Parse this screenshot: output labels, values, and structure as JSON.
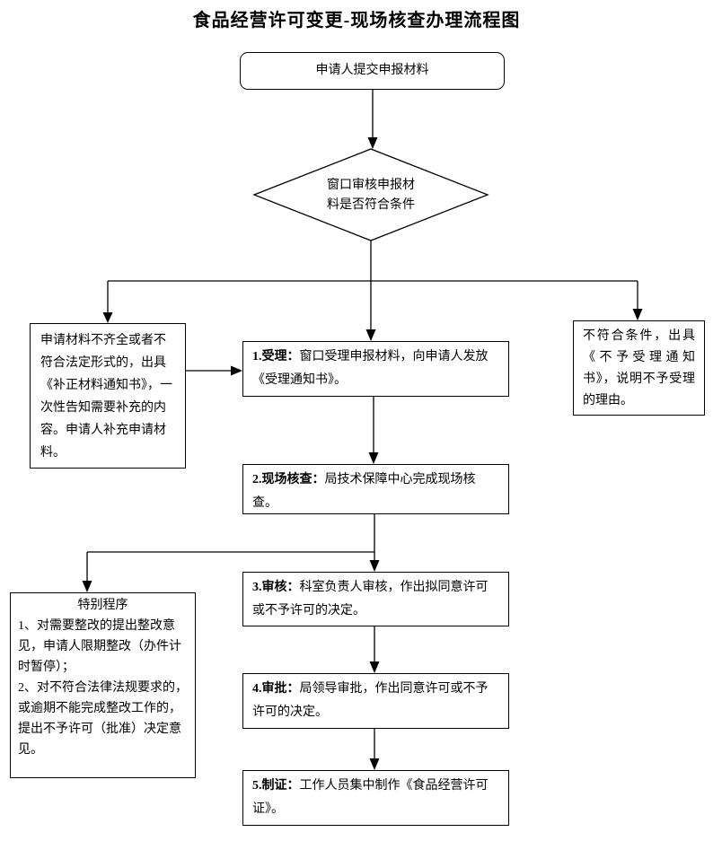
{
  "title": "食品经营许可变更-现场核查办理流程图",
  "colors": {
    "line": "#000000",
    "border": "#000000",
    "background": "#ffffff",
    "text": "#000000"
  },
  "flow": {
    "start": "申请人提交申报材料",
    "decision": {
      "line1": "窗口审核申报材",
      "line2": "料是否符合条件"
    },
    "left_branch": "申请材料不齐全或者不符合法定形式的，出具《补正材料通知书》，一次性告知需要补充的内容。申请人补充申请材料。",
    "right_branch": "不符合条件，出具《不予受理通知书》，说明不予受理的理由。",
    "steps": [
      {
        "label": "1.受理：",
        "text": "窗口受理申报材料，向申请人发放《受理通知书》。"
      },
      {
        "label": "2.现场核查：",
        "text": "局技术保障中心完成现场核查。"
      },
      {
        "label": "3.审核：",
        "text": "科室负责人审核，作出拟同意许可或不予许可的决定。"
      },
      {
        "label": "4.审批：",
        "text": "局领导审批，作出同意许可或不予许可的决定。"
      },
      {
        "label": "5.制证：",
        "text": "工作人员集中制作《食品经营许可证》。"
      }
    ],
    "special": {
      "title": "特别程序",
      "items": [
        "1、对需要整改的提出整改意见，申请人限期整改（办件计时暂停）；",
        "2、对不符合法律法规要求的，或逾期不能完成整改工作的，提出不予许可（批准）决定意见。"
      ]
    }
  }
}
